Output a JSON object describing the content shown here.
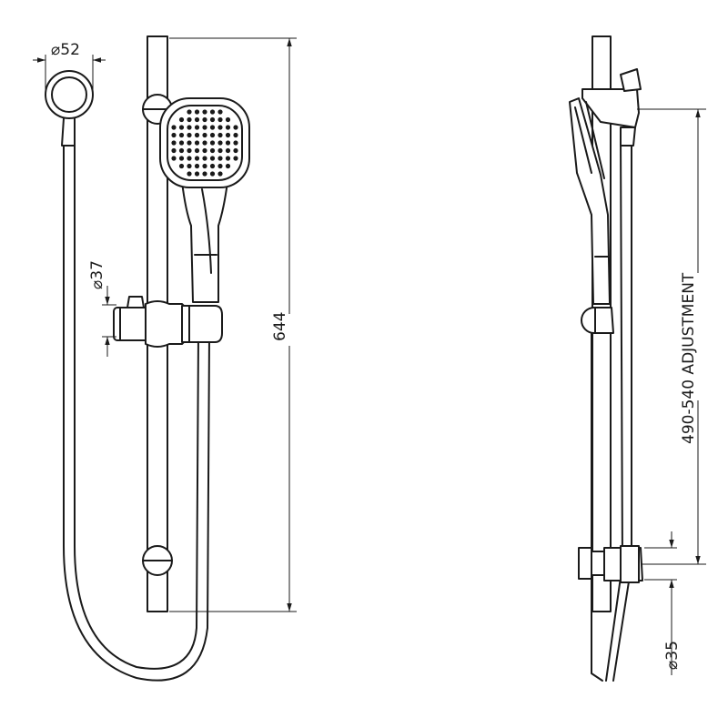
{
  "drawing": {
    "dim_outlet_dia": "52",
    "dim_rail_dia": "37",
    "dim_rail_length": "644",
    "dim_adjustment": "490-540 ADJUSTMENT",
    "dim_bracket_dia": "35",
    "diameter_symbol": "⌀"
  },
  "colors": {
    "line": "#1a1a1a",
    "background": "#ffffff"
  }
}
